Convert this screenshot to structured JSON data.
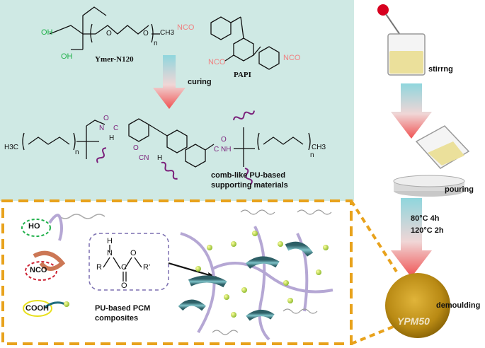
{
  "top_panel": {
    "reactant1_name": "Ymer-N120",
    "reactant2_name": "PAPI",
    "oh_label_1": "OH",
    "oh_label_2": "OH",
    "nco_label_1": "NCO",
    "nco_label_2": "NCO",
    "nco_label_3": "NCO",
    "ch3_label": "CH3",
    "n_label": "n",
    "o_label": "O",
    "step_label": "curing",
    "product_line1": "comb-like PU-based",
    "product_line2": "supporting materials",
    "product_h3c": "H3C",
    "product_ch3": "CH3",
    "product_n": "n",
    "product_nh_1": "N",
    "product_h_1": "H",
    "product_cn": "CN",
    "product_h_2": "H",
    "product_nh_3": "NH",
    "product_o": "O",
    "product_c": "C"
  },
  "bottom_panel": {
    "ho_label": "HO",
    "nco_label": "NCO",
    "cooh_label": "COOH",
    "urethane": {
      "h": "H",
      "n": "N",
      "r1": "R",
      "c": "C",
      "o_ring": "O",
      "r2": "R'",
      "o_dbl": "O"
    },
    "composite_line1": "PU-based PCM",
    "composite_line2": "composites"
  },
  "process": {
    "step1": "stirrng",
    "step2": "pouring",
    "cond1": "80°C 4h",
    "cond2": "120°C 2h",
    "step3": "demoulding",
    "sample_label": "YPM50"
  },
  "colors": {
    "panel_bg": "#cfe9e4",
    "dash_border": "#e8a21c",
    "purple": "#7a1f7a",
    "green": "#22b14c",
    "nco_red": "#f08080",
    "arrow_top": "#7fd0d8",
    "arrow_bottom": "#f25a5a"
  }
}
